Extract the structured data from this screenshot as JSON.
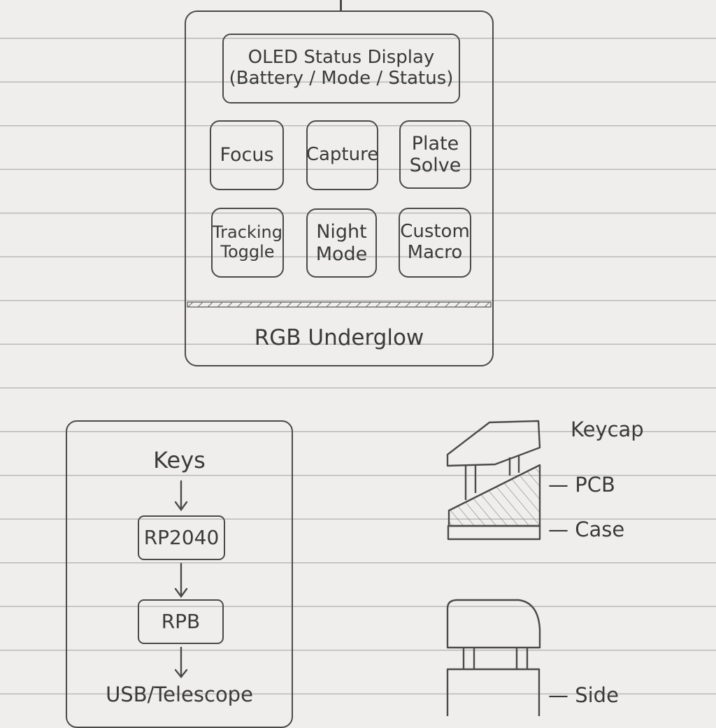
{
  "keypad": {
    "oled": "OLED Status Display\n(Battery / Mode / Status)",
    "keys": [
      {
        "label": "Focus"
      },
      {
        "label": "Capture"
      },
      {
        "label": "Plate\nSolve"
      },
      {
        "label": "Tracking\nToggle"
      },
      {
        "label": "Night\nMode"
      },
      {
        "label": "Custom\nMacro"
      }
    ],
    "underglow": "RGB Underglow"
  },
  "flow": {
    "keys_label": "Keys",
    "chip1": "RP2040",
    "chip2": "RPB",
    "bottom_label": "USB/Telescope"
  },
  "cross_section": {
    "keycap": "Keycap",
    "pcb": "— PCB",
    "case": "— Case",
    "side": "— Side"
  }
}
